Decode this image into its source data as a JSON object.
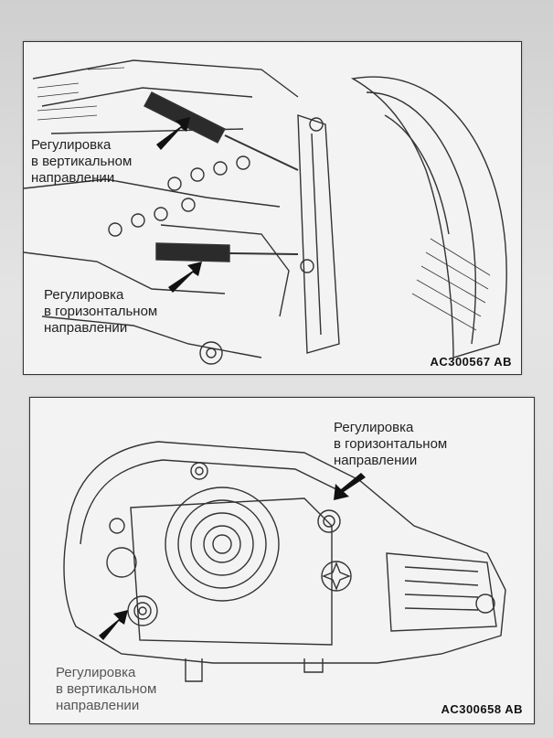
{
  "diagram_top": {
    "labels": {
      "vertical": [
        "Регулировка",
        "в вертикальном",
        "направлении"
      ],
      "horizontal": [
        "Регулировка",
        "в горизонтальном",
        "направлении"
      ]
    },
    "code": "AC300567 AB"
  },
  "diagram_bottom": {
    "labels": {
      "horizontal": [
        "Регулировка",
        "в горизонтальном",
        "направлении"
      ],
      "vertical": [
        "Регулировка",
        "в вертикальном",
        "направлении"
      ]
    },
    "code": "AC300658 AB"
  },
  "colors": {
    "ink": "#222222",
    "paper": "#f3f3f3"
  }
}
